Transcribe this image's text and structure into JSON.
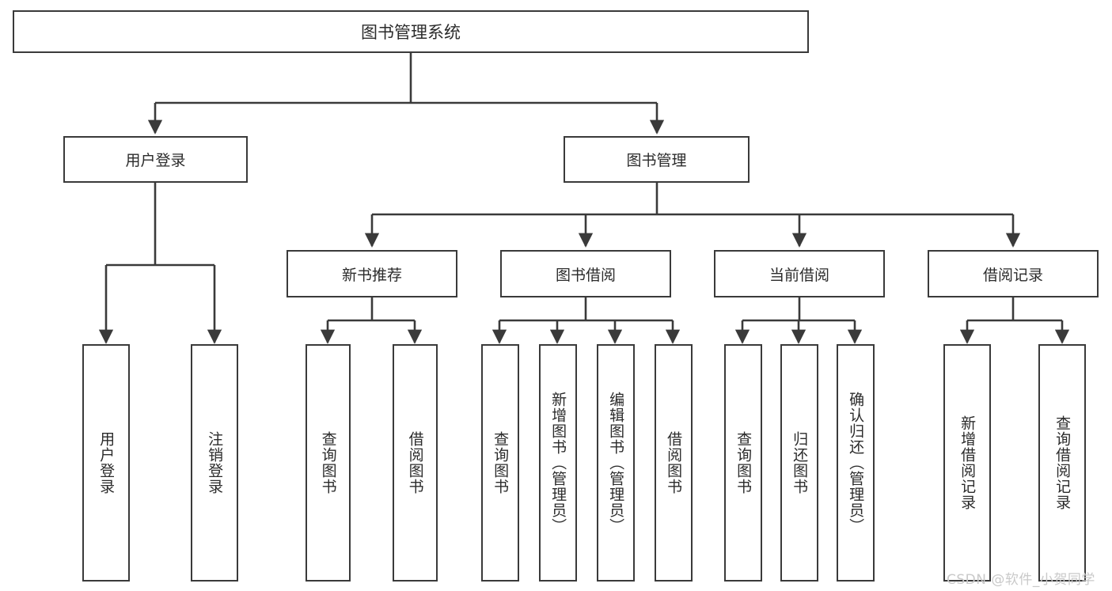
{
  "diagram": {
    "title": "图书管理系统",
    "type": "tree",
    "colors": {
      "stroke": "#3a3a3a",
      "node_fill": "#ffffff",
      "text": "#2b2b2b",
      "background": "#ffffff",
      "watermark": "#c9c9c9"
    },
    "nodes": {
      "root": {
        "label": "图书管理系统"
      },
      "level1": [
        {
          "id": "user-login",
          "label": "用户登录"
        },
        {
          "id": "book-management",
          "label": "图书管理"
        }
      ],
      "level2": [
        {
          "id": "new-book-recommend",
          "label": "新书推荐"
        },
        {
          "id": "book-borrow",
          "label": "图书借阅"
        },
        {
          "id": "current-borrow",
          "label": "当前借阅"
        },
        {
          "id": "borrow-record",
          "label": "借阅记录"
        }
      ],
      "leaves": {
        "user_login": [
          {
            "id": "leaf-user-login",
            "label": "用户登录"
          },
          {
            "id": "leaf-logout",
            "label": "注销登录"
          }
        ],
        "new_book_recommend": [
          {
            "id": "leaf-query-book-1",
            "label": "查询图书"
          },
          {
            "id": "leaf-borrow-book-1",
            "label": "借阅图书"
          }
        ],
        "book_borrow": [
          {
            "id": "leaf-query-book-2",
            "label": "查询图书"
          },
          {
            "id": "leaf-add-book",
            "label": "新增图书（管理员）"
          },
          {
            "id": "leaf-edit-book",
            "label": "编辑图书（管理员）"
          },
          {
            "id": "leaf-borrow-book-2",
            "label": "借阅图书"
          }
        ],
        "current_borrow": [
          {
            "id": "leaf-query-book-3",
            "label": "查询图书"
          },
          {
            "id": "leaf-return-book",
            "label": "归还图书"
          },
          {
            "id": "leaf-confirm-return",
            "label": "确认归还（管理员）"
          }
        ],
        "borrow_record": [
          {
            "id": "leaf-add-record",
            "label": "新增借阅记录"
          },
          {
            "id": "leaf-query-record",
            "label": "查询借阅记录"
          }
        ]
      }
    },
    "watermark": "CSDN @软件_小贺同学"
  }
}
